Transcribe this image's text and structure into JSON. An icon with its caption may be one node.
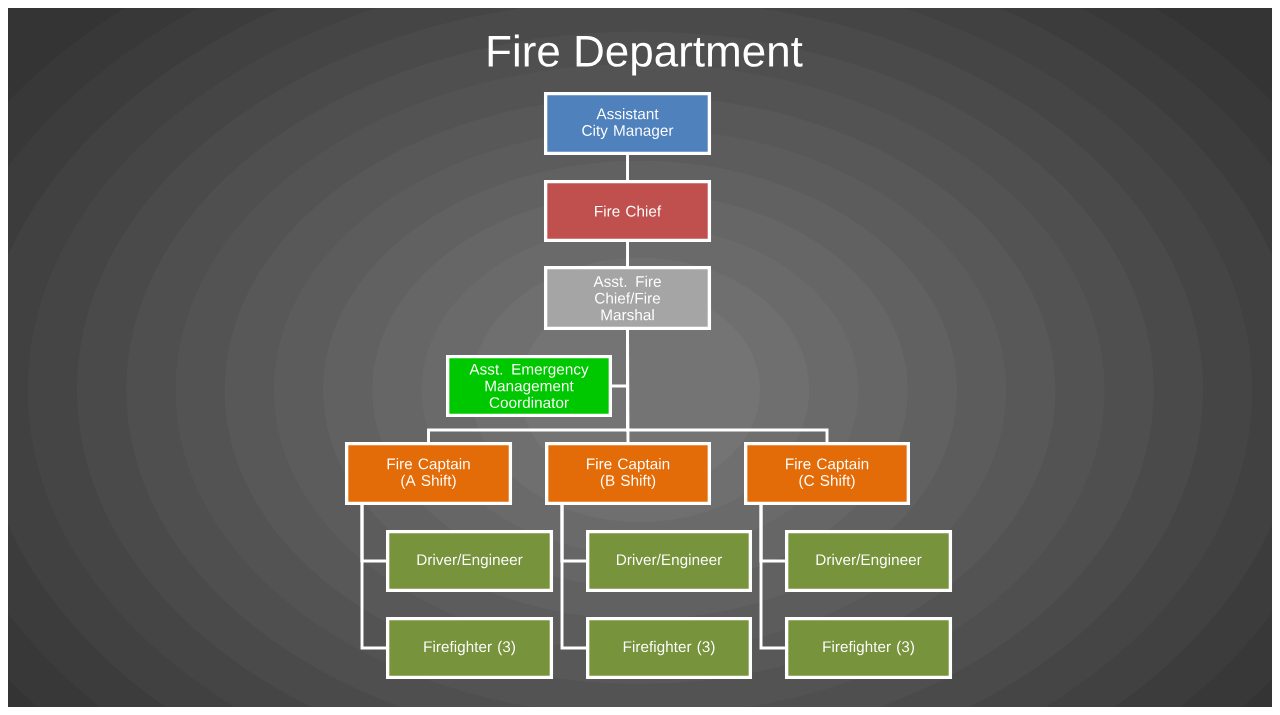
{
  "diagram": {
    "title": "Fire Department",
    "nodes": [
      {
        "text": [
          "Assistant City Manager"
        ]
      },
      {
        "text": [
          "Fire Chief"
        ]
      },
      {
        "text": [
          "Asst. Fire Chief/Fire Marshal"
        ]
      },
      {
        "text": [
          "Asst. Emergency Management Coordinator"
        ]
      },
      {
        "text": [
          "Fire Captain (A Shift)"
        ]
      },
      {
        "text": [
          "Fire Captain (B Shift)"
        ]
      },
      {
        "text": [
          "Fire Captain (C Shift)"
        ]
      },
      {
        "text": [
          "Driver/Engineer"
        ]
      },
      {
        "text": [
          "Firefighter (3)"
        ]
      },
      {
        "text": [
          "Driver/Engineer"
        ]
      },
      {
        "text": [
          "Firefighter (3)"
        ]
      },
      {
        "text": [
          "Driver/Engineer"
        ]
      },
      {
        "text": [
          "Firefighter (3)"
        ]
      }
    ],
    "edges": [
      {
        "from": 0,
        "to": 1,
        "arrow": "none"
      },
      {
        "from": 1,
        "to": 2,
        "arrow": "none"
      },
      {
        "from": 2,
        "to": 3,
        "arrow": "none"
      },
      {
        "from": 2,
        "to": 4,
        "arrow": "none"
      },
      {
        "from": 2,
        "to": 5,
        "arrow": "none"
      },
      {
        "from": 2,
        "to": 6,
        "arrow": "none"
      },
      {
        "from": 4,
        "to": 7,
        "arrow": "none"
      },
      {
        "from": 4,
        "to": 8,
        "arrow": "none"
      },
      {
        "from": 5,
        "to": 9,
        "arrow": "none"
      },
      {
        "from": 5,
        "to": 10,
        "arrow": "none"
      },
      {
        "from": 6,
        "to": 11,
        "arrow": "none"
      },
      {
        "from": 6,
        "to": 12,
        "arrow": "none"
      }
    ]
  }
}
